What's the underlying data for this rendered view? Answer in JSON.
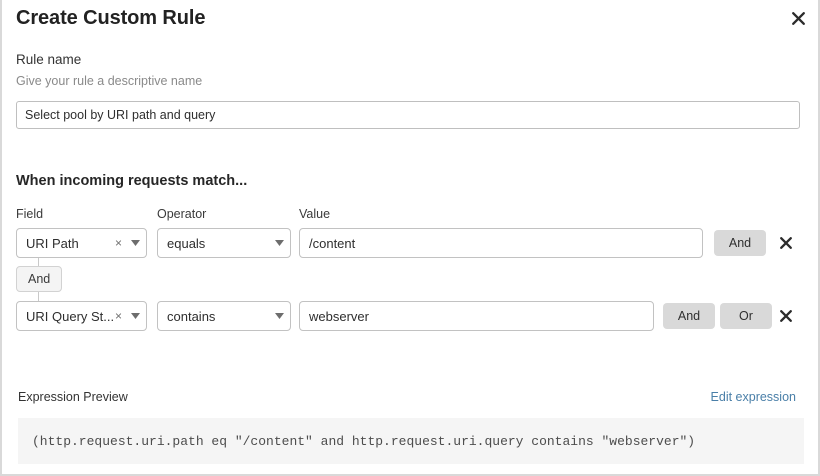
{
  "dialog": {
    "title": "Create Custom Rule",
    "close_icon": "close-icon"
  },
  "rule_name": {
    "label": "Rule name",
    "description": "Give your rule a descriptive name",
    "value": "Select pool by URI path and query",
    "placeholder": "Select pool by URI path and query"
  },
  "conditions": {
    "section_title": "When incoming requests match...",
    "columns": {
      "field": "Field",
      "operator": "Operator",
      "value": "Value"
    },
    "connector": {
      "label": "And"
    },
    "rows": [
      {
        "field": "URI Path",
        "field_clear": "×",
        "operator": "equals",
        "value": "/content",
        "buttons": [
          "And"
        ],
        "remove": "remove-condition"
      },
      {
        "field": "URI Query St...",
        "field_clear": "×",
        "operator": "contains",
        "value": "webserver",
        "buttons": [
          "And",
          "Or"
        ],
        "remove": "remove-condition"
      }
    ]
  },
  "expression": {
    "label": "Expression Preview",
    "edit_link": "Edit expression",
    "code": "(http.request.uri.path eq \"/content\" and http.request.uri.query contains \"webserver\")"
  },
  "colors": {
    "link": "#4a7fa8",
    "pill_bg": "#d9d9d9",
    "preview_bg": "#f5f5f5",
    "border": "#c2c2c2"
  }
}
